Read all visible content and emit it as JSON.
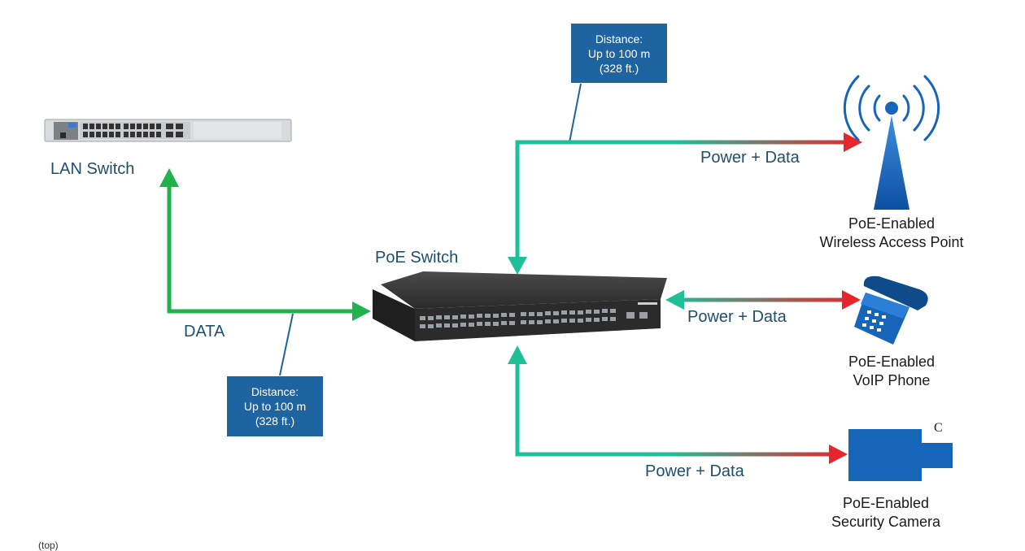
{
  "colors": {
    "data_green": "#22b24c",
    "teal": "#1fbf9a",
    "red": "#e5262b",
    "label_blue": "#1f4e6e",
    "note_bg": "#1e64a0",
    "device_blue": "#1565b8"
  },
  "nodes": {
    "lan_switch": {
      "label": "LAN Switch"
    },
    "poe_switch": {
      "label": "PoE Switch"
    },
    "wap": {
      "label_line1": "PoE-Enabled",
      "label_line2": "Wireless Access Point",
      "icon": "wireless-antenna-icon"
    },
    "voip": {
      "label_line1": "PoE-Enabled",
      "label_line2": "VoIP Phone",
      "icon": "desk-phone-icon"
    },
    "camera": {
      "label_line1": "PoE-Enabled",
      "label_line2": "Security Camera",
      "icon": "security-camera-icon",
      "mark": "C"
    }
  },
  "links": {
    "data_label": "DATA",
    "power_data_label": "Power + Data"
  },
  "distance_notes": {
    "top": {
      "line1": "Distance:",
      "line2": "Up to 100 m",
      "line3": "(328 ft.)"
    },
    "bottom": {
      "line1": "Distance:",
      "line2": "Up to 100 m",
      "line3": "(328 ft.)"
    }
  },
  "footer": {
    "caption": "(top)"
  }
}
